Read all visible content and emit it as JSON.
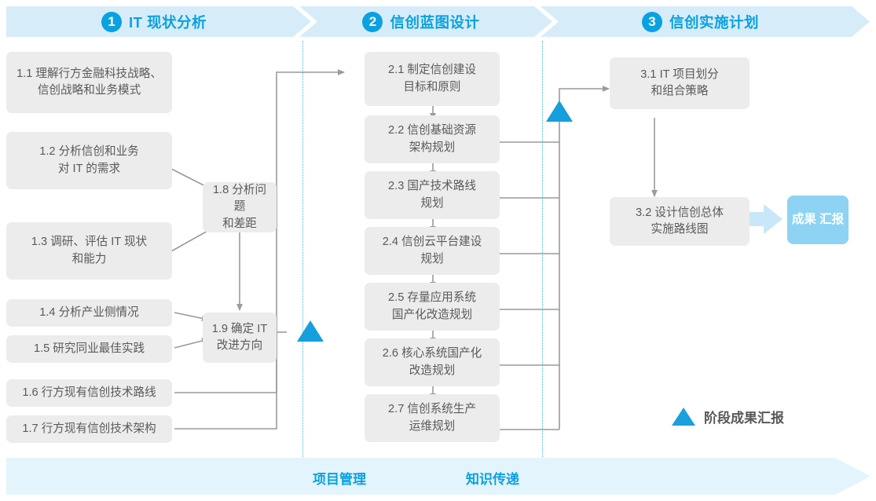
{
  "phases": [
    {
      "num": "1",
      "title": "IT 现状分析"
    },
    {
      "num": "2",
      "title": "信创蓝图设计"
    },
    {
      "num": "3",
      "title": "信创实施计划"
    }
  ],
  "phase1_tasks": [
    {
      "id": "1.1",
      "lines": [
        "1.1 理解行方金融科技战略、",
        "信创战略和业务模式"
      ]
    },
    {
      "id": "1.2",
      "lines": [
        "1.2 分析信创和业务",
        "对 IT 的需求"
      ]
    },
    {
      "id": "1.3",
      "lines": [
        "1.3 调研、评估 IT 现状",
        "和能力"
      ]
    },
    {
      "id": "1.4",
      "lines": [
        "1.4 分析产业侧情况"
      ]
    },
    {
      "id": "1.5",
      "lines": [
        "1.5 研究同业最佳实践"
      ]
    },
    {
      "id": "1.6",
      "lines": [
        "1.6 行方现有信创技术路线"
      ]
    },
    {
      "id": "1.7",
      "lines": [
        "1.7 行方现有信创技术架构"
      ]
    },
    {
      "id": "1.8",
      "lines": [
        "1.8 分析问题",
        "和差距"
      ]
    },
    {
      "id": "1.9",
      "lines": [
        "1.9 确定 IT",
        "改进方向"
      ]
    }
  ],
  "phase2_tasks": [
    {
      "id": "2.1",
      "lines": [
        "2.1 制定信创建设",
        "目标和原则"
      ]
    },
    {
      "id": "2.2",
      "lines": [
        "2.2 信创基础资源",
        "架构规划"
      ]
    },
    {
      "id": "2.3",
      "lines": [
        "2.3 国产技术路线",
        "规划"
      ]
    },
    {
      "id": "2.4",
      "lines": [
        "2.4 信创云平台建设",
        "规划"
      ]
    },
    {
      "id": "2.5",
      "lines": [
        "2.5 存量应用系统",
        "国产化改造规划"
      ]
    },
    {
      "id": "2.6",
      "lines": [
        "2.6 核心系统国产化",
        "改造规划"
      ]
    },
    {
      "id": "2.7",
      "lines": [
        "2.7 信创系统生产",
        "运维规划"
      ]
    }
  ],
  "phase3_tasks": [
    {
      "id": "3.1",
      "lines": [
        "3.1 IT 项目划分",
        "和组合策略"
      ]
    },
    {
      "id": "3.2",
      "lines": [
        "3.2 设计信创总体",
        "实施路线图"
      ]
    }
  ],
  "result": {
    "lines": [
      "成果",
      "汇报"
    ]
  },
  "legend": {
    "label": "阶段成果汇报",
    "marker": "triangle-milestone-icon"
  },
  "bottom": {
    "labels": [
      "项目管理",
      "知识传递"
    ]
  },
  "colors": {
    "accent": "#0aa1e2",
    "band": "#d7ecf9",
    "bottom_band": "#e3f4fc",
    "box": "#ececec",
    "box_text": "#5a5a5c",
    "chip": "#8ed3f4",
    "arrow": "#8c8c8c",
    "milestone": "#159fdc",
    "divider_dotted": "#3cb6e8"
  }
}
